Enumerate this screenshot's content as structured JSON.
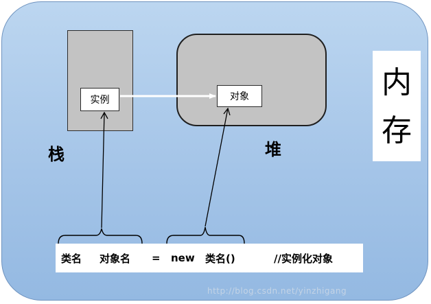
{
  "memory": {
    "chars": [
      "内",
      "存"
    ]
  },
  "stack": {
    "label": "栈",
    "instance_label": "实例"
  },
  "heap": {
    "label": "堆",
    "object_label": "对象"
  },
  "code": {
    "class_name": "类名",
    "object_name": "对象名",
    "equals": "=",
    "new_keyword": "new",
    "constructor": "类名()",
    "comment": "//实例化对象"
  },
  "watermark": "http://blog.csdn.net/yinzhigang",
  "colors": {
    "memory_fill": "#a9c8e9",
    "memory_border": "#6f93bf",
    "region_fill": "#c3c3c3",
    "reference_arrow": "#ffffff",
    "pointer_arrow": "#000000"
  }
}
